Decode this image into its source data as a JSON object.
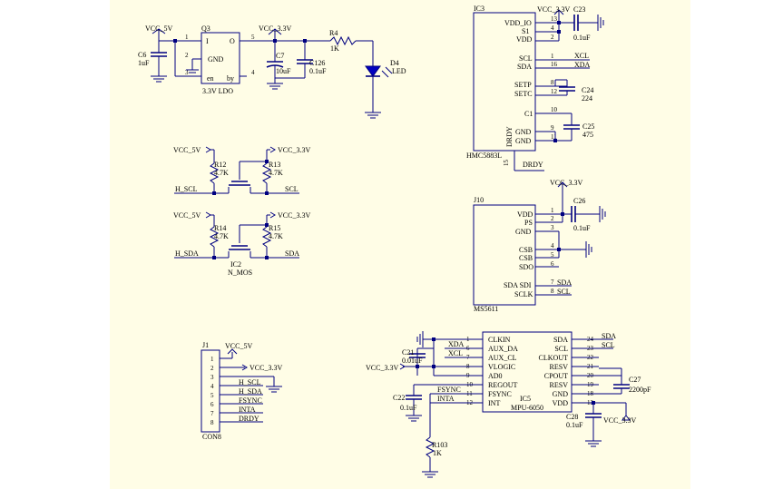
{
  "power": {
    "vcc5": "VCC_5V",
    "vcc33": "VCC_3.3V"
  },
  "ldo": {
    "ref": "Q3",
    "value": "3.3V LDO",
    "pin_i": "I",
    "pin_o": "O",
    "pin_gnd": "GND",
    "pin_en": "en",
    "pin_by": "by",
    "n1": "1",
    "n2": "2",
    "n3": "3",
    "n4": "4",
    "n5": "5"
  },
  "caps": {
    "c6": {
      "ref": "C6",
      "value": "1uF"
    },
    "c7": {
      "ref": "C7",
      "value": "10uF"
    },
    "c126": {
      "ref": "C126",
      "value": "0.1uF"
    },
    "c23": {
      "ref": "C23",
      "value": "0.1uF"
    },
    "c24": {
      "ref": "C24",
      "value": "224"
    },
    "c25": {
      "ref": "C25",
      "value": "475"
    },
    "c26": {
      "ref": "C26",
      "value": "0.1uF"
    },
    "c21": {
      "ref": "C21",
      "value": "0.01uF"
    },
    "c22": {
      "ref": "C22",
      "value": "0.1uF"
    },
    "c27": {
      "ref": "C27",
      "value": "2200pF"
    },
    "c28": {
      "ref": "C28",
      "value": "0.1uF"
    }
  },
  "resistors": {
    "r4": {
      "ref": "R4",
      "value": "1K"
    },
    "r12": {
      "ref": "R12",
      "value": "4.7K"
    },
    "r13": {
      "ref": "R13",
      "value": "4.7K"
    },
    "r14": {
      "ref": "R14",
      "value": "4.7K"
    },
    "r15": {
      "ref": "R15",
      "value": "4.7K"
    },
    "r103": {
      "ref": "R103",
      "value": "1K"
    }
  },
  "led": {
    "ref": "D4",
    "value": "LED"
  },
  "level_shift": {
    "ref": "IC2",
    "value": "N_MOS",
    "h_scl": "H_SCL",
    "scl": "SCL",
    "h_sda": "H_SDA",
    "sda": "SDA"
  },
  "hmc": {
    "ref": "IC3",
    "name": "HMC5883L",
    "pins": {
      "vddio": "VDD_IO",
      "s1": "S1",
      "vdd": "VDD",
      "scl": "SCL",
      "sda": "SDA",
      "setp": "SETP",
      "setc": "SETC",
      "c1": "C1",
      "gnd1": "GND",
      "gnd2": "GND",
      "drdy_v": "DRDY"
    },
    "nums": {
      "n13": "13",
      "n4": "4",
      "n2": "2",
      "n1": "1",
      "n16": "16",
      "n8": "8",
      "n12": "12",
      "n10": "10",
      "n9": "9",
      "n11": "11",
      "n15": "15"
    },
    "net_xcl": "XCL",
    "net_xda": "XDA",
    "net_drdy": "DRDY"
  },
  "ms5611": {
    "ref": "J10",
    "name": "MS5611",
    "pins": {
      "vdd": "VDD",
      "ps": "PS",
      "gnd": "GND",
      "csb1": "CSB",
      "csb2": "CSB",
      "sdo": "SDO",
      "sdasdi": "SDA SDI",
      "sclk": "SCLK"
    },
    "nums": {
      "n1": "1",
      "n2": "2",
      "n3": "3",
      "n4": "4",
      "n5": "5",
      "n6": "6",
      "n7": "7",
      "n8": "8"
    },
    "net_sda": "SDA",
    "net_scl": "SCL"
  },
  "mpu": {
    "ref": "IC5",
    "name": "MPU-6050",
    "left_pins": [
      "CLKIN",
      "AUX_DA",
      "AUX_CL",
      "VLOGIC",
      "AD0",
      "REGOUT",
      "FSYNC",
      "INT"
    ],
    "left_nums": [
      "1",
      "6",
      "7",
      "8",
      "9",
      "10",
      "11",
      "12"
    ],
    "right_pins": [
      "SDA",
      "SCL",
      "CLKOUT",
      "RESV",
      "CPOUT",
      "RESV",
      "GND",
      "VDD"
    ],
    "right_nums": [
      "24",
      "23",
      "22",
      "21",
      "20",
      "19",
      "18",
      "13"
    ],
    "net_xda": "XDA",
    "net_xcl": "XCL",
    "net_fsync": "FSYNC",
    "net_int": "INTA",
    "net_sda": "SDA",
    "net_scl": "SCL"
  },
  "connector": {
    "ref": "J1",
    "name": "CON8",
    "nums": [
      "1",
      "2",
      "3",
      "4",
      "5",
      "6",
      "7",
      "8"
    ],
    "nets": [
      "",
      "",
      "",
      "H_SCL",
      "H_SDA",
      "FSYNC",
      "INTA",
      "DRDY"
    ]
  }
}
